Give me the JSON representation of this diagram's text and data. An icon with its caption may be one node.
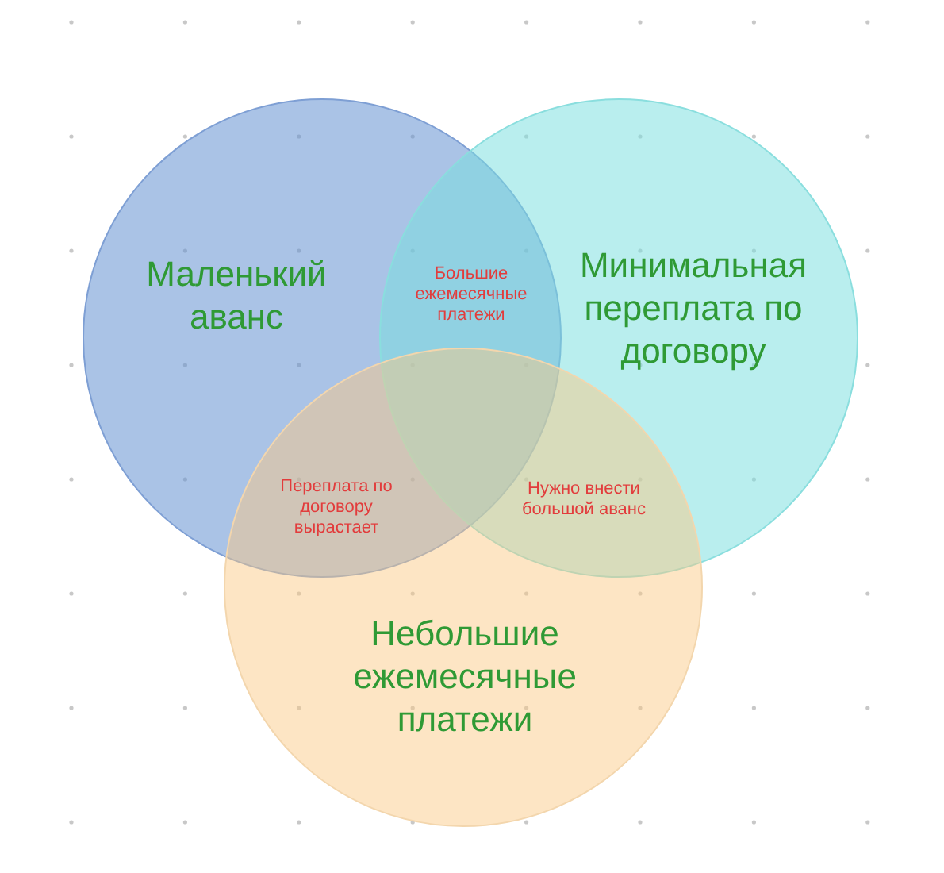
{
  "diagram": {
    "nodes": [
      {
        "text": [
          "Маленький аванс"
        ]
      },
      {
        "text": [
          "Минимальная переплата по договору"
        ]
      },
      {
        "text": [
          "Небольшие ежемесячные платежи"
        ]
      }
    ],
    "labels": [
      "Большие ежемесячные платежи",
      "Переплата по договору вырастает",
      "Нужно внести большой аванс"
    ]
  }
}
